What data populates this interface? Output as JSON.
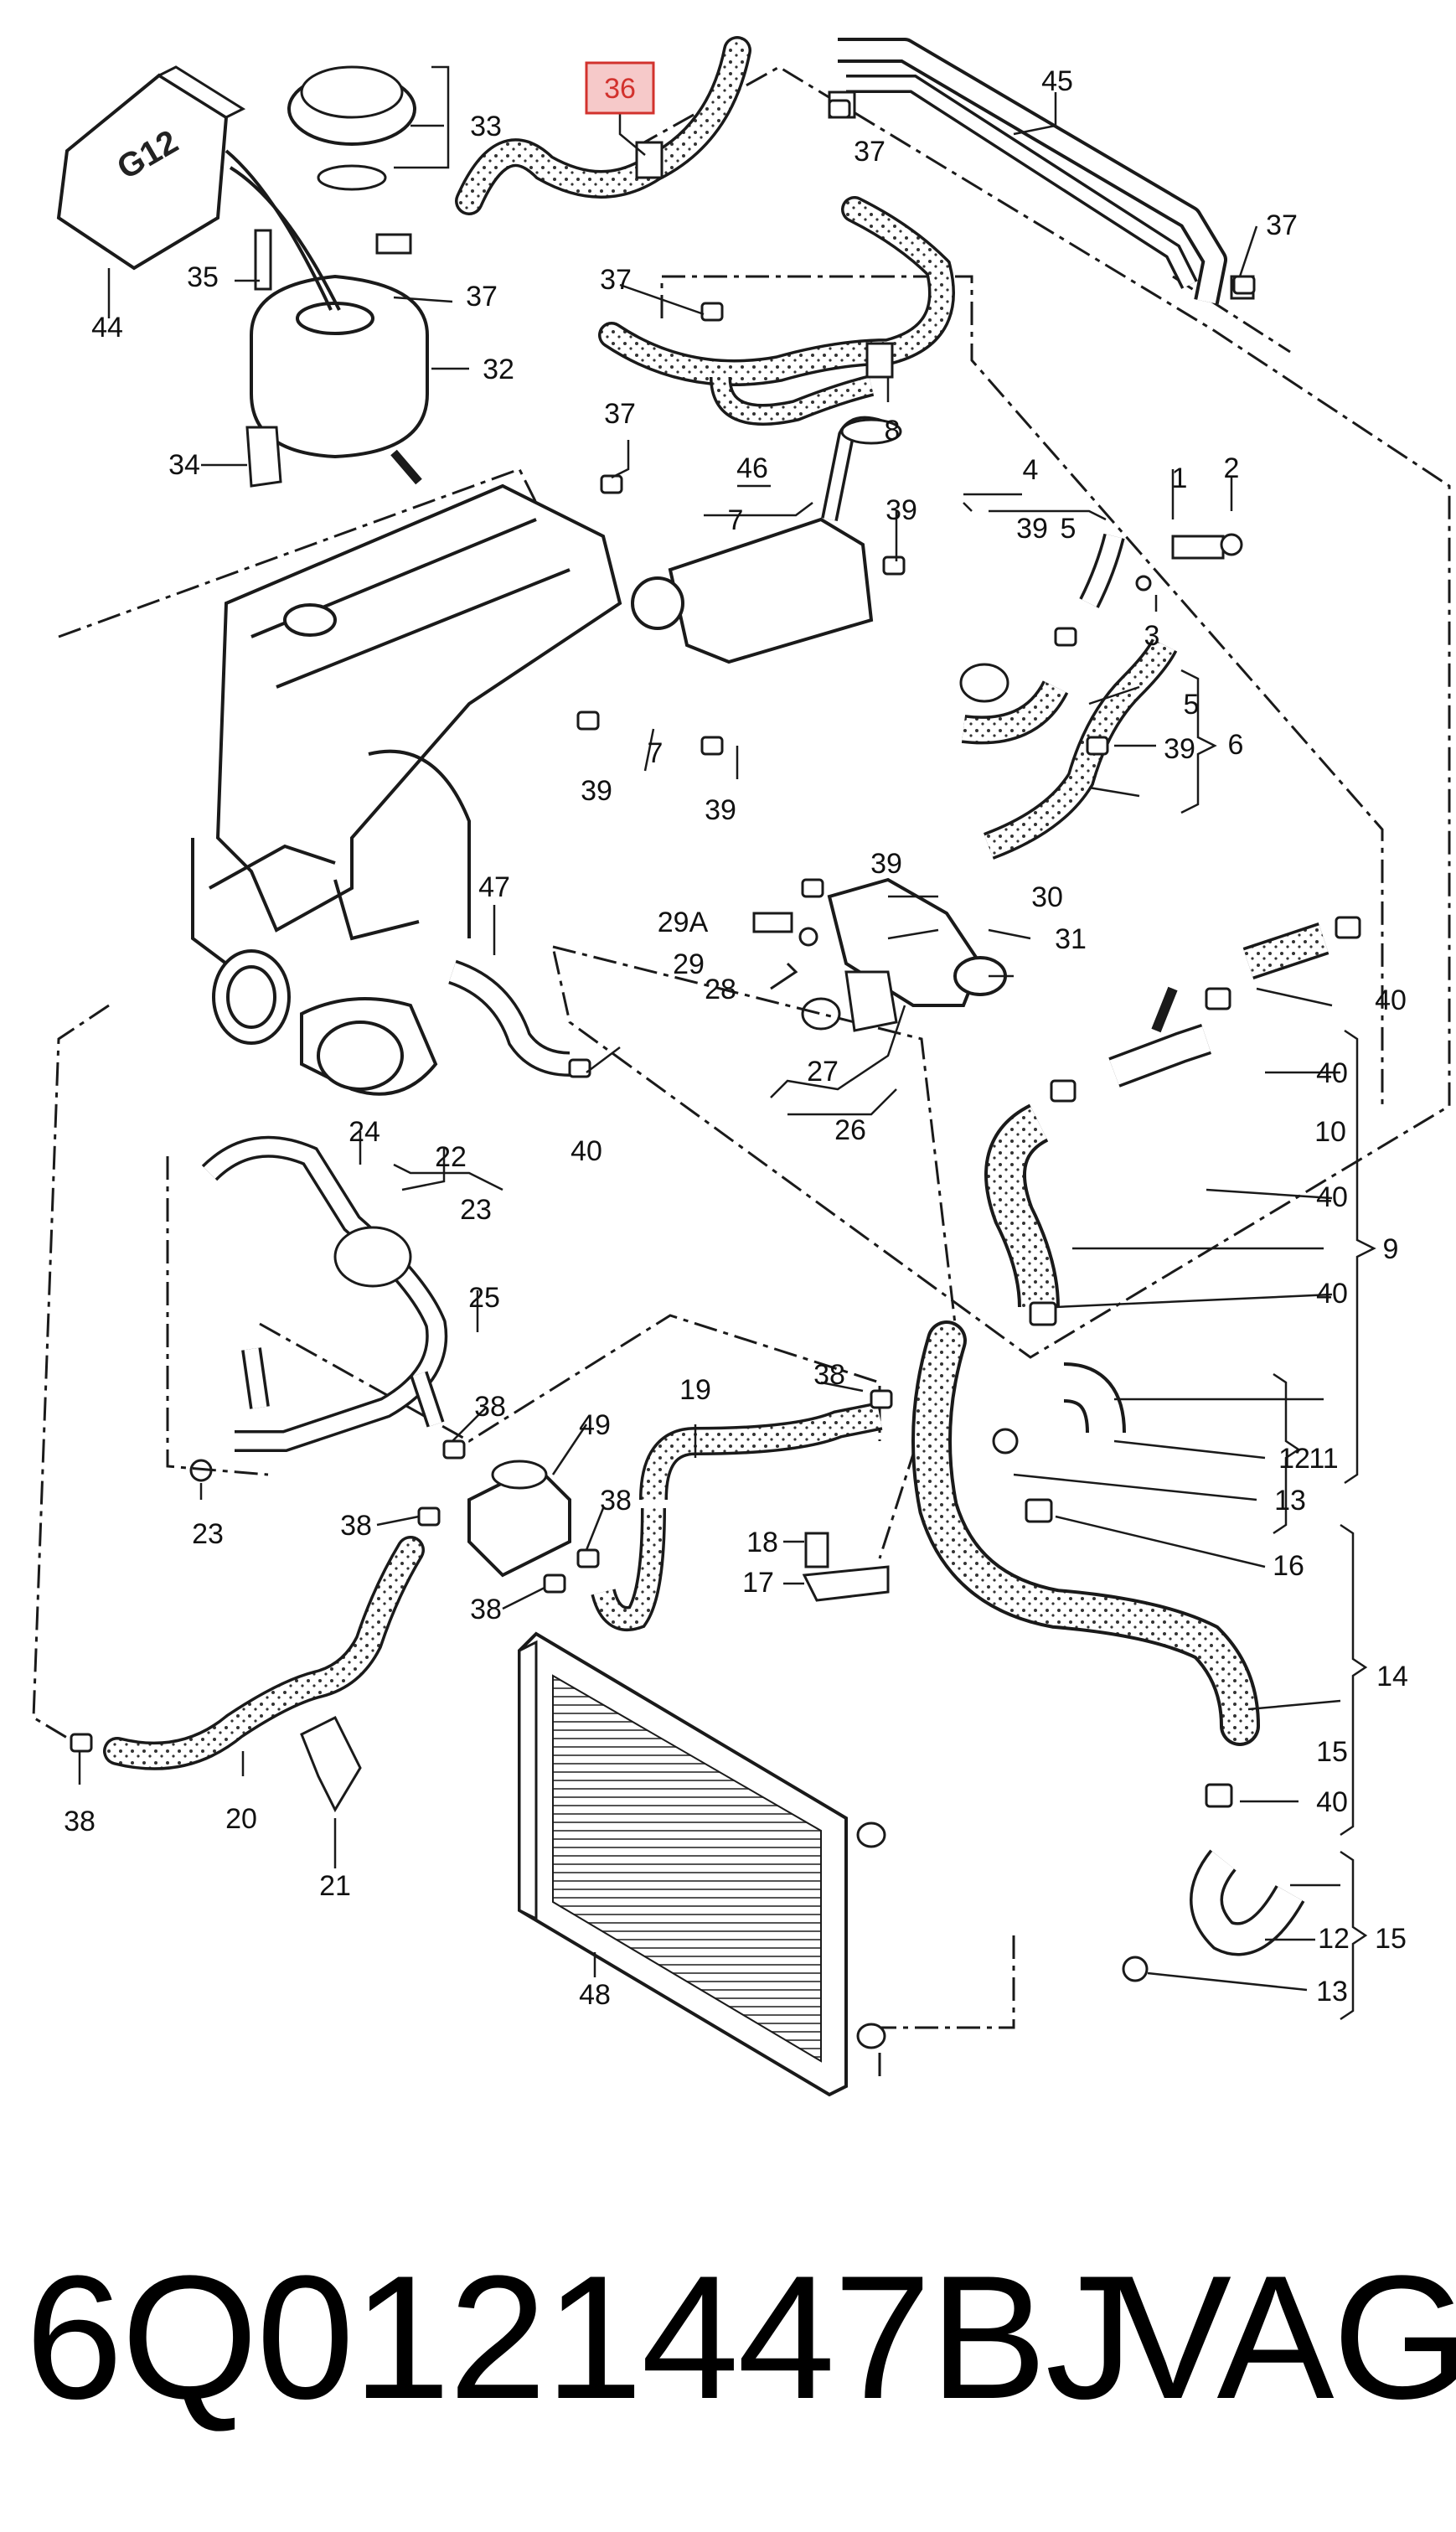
{
  "callouts": {
    "c36": "36",
    "c45": "45",
    "c33": "33",
    "c37": "37",
    "c44": "44",
    "c35": "35",
    "c32": "32",
    "c34": "34",
    "c8": "8",
    "c46": "46",
    "c7": "7",
    "c39": "39",
    "c4": "4",
    "c5": "5",
    "c1": "1",
    "c2": "2",
    "c3": "3",
    "c6": "6",
    "c47": "47",
    "c29A": "29A",
    "c29": "29",
    "c28": "28",
    "c27": "27",
    "c26": "26",
    "c30": "30",
    "c31": "31",
    "c40": "40",
    "c10": "10",
    "c9": "9",
    "c24": "24",
    "c22": "22",
    "c23": "23",
    "c25": "25",
    "c38": "38",
    "c19": "19",
    "c49": "49",
    "c18": "18",
    "c17": "17",
    "c12": "12",
    "c13": "13",
    "c11": "11",
    "c16": "16",
    "c14": "14",
    "c15": "15",
    "c20": "20",
    "c21": "21",
    "c48": "48"
  },
  "reservoir_mark": "G12",
  "caption": {
    "part_number": "6Q0121447BJ",
    "brand": "VAG"
  },
  "colors": {
    "line": "#1a1a1a",
    "highlight": "#d2322d",
    "highlight_fill": "#f6c9c9"
  }
}
